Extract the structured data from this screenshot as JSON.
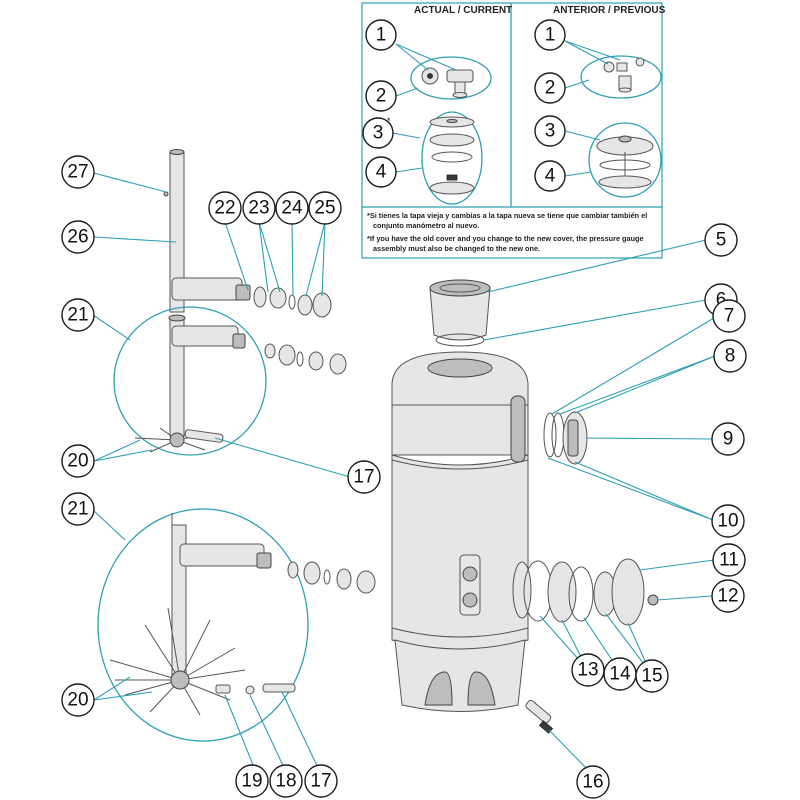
{
  "inset": {
    "header_current": "ACTUAL / CURRENT",
    "header_previous": "ANTERIOR / PREVIOUS",
    "current_labels": [
      "1",
      "2",
      "3",
      "4"
    ],
    "previous_labels": [
      "1",
      "2",
      "3",
      "4"
    ],
    "star_mark": "*",
    "note_es_line1": "*Si tienes la tapa vieja y cambias a la tapa nueva se tiene que cambiar también el",
    "note_es_line2": "conjunto manómetro al nuevo.",
    "note_en_line1": "*If you have the old cover and you change to the new cover, the pressure gauge",
    "note_en_line2": "assembly must also be changed to the new one."
  },
  "callouts": [
    "5",
    "6",
    "7",
    "8",
    "9",
    "10",
    "11",
    "12",
    "13",
    "14",
    "15",
    "16",
    "17",
    "17",
    "18",
    "19",
    "20",
    "20",
    "21",
    "21",
    "22",
    "23",
    "24",
    "25",
    "26",
    "27"
  ],
  "colors": {
    "leader": "#2e9fb4",
    "outline": "#1b1b1b",
    "part_fill": "#e6e6e6"
  }
}
